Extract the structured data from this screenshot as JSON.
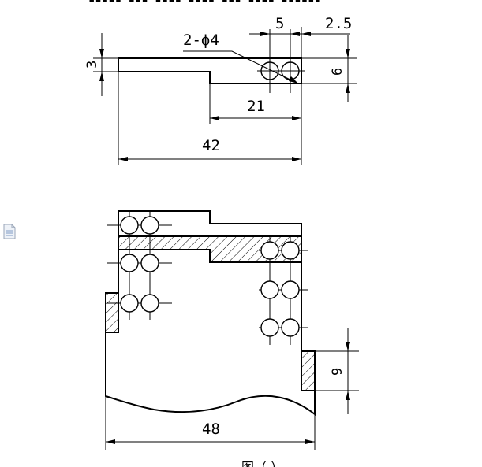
{
  "header_text": "▪▪▪▪▪ ▪▪▪ ▪▪▪▪ ▪▪▪▪ ▪▪▪ ▪▪▪▪ ▪▪▪▪▪▪",
  "top_view": {
    "hole_callout": "2-ϕ4",
    "dim_hole_pitch": "5",
    "dim_edge_offset": "2.5",
    "dim_step_height": "3",
    "dim_block_height": "6",
    "dim_notch_length": "21",
    "dim_total_length": "42"
  },
  "bottom_view": {
    "dim_tab_height": "9",
    "dim_total_width": "48"
  },
  "caption": "图（ ）",
  "icons": {
    "file_icon": "document-icon"
  }
}
